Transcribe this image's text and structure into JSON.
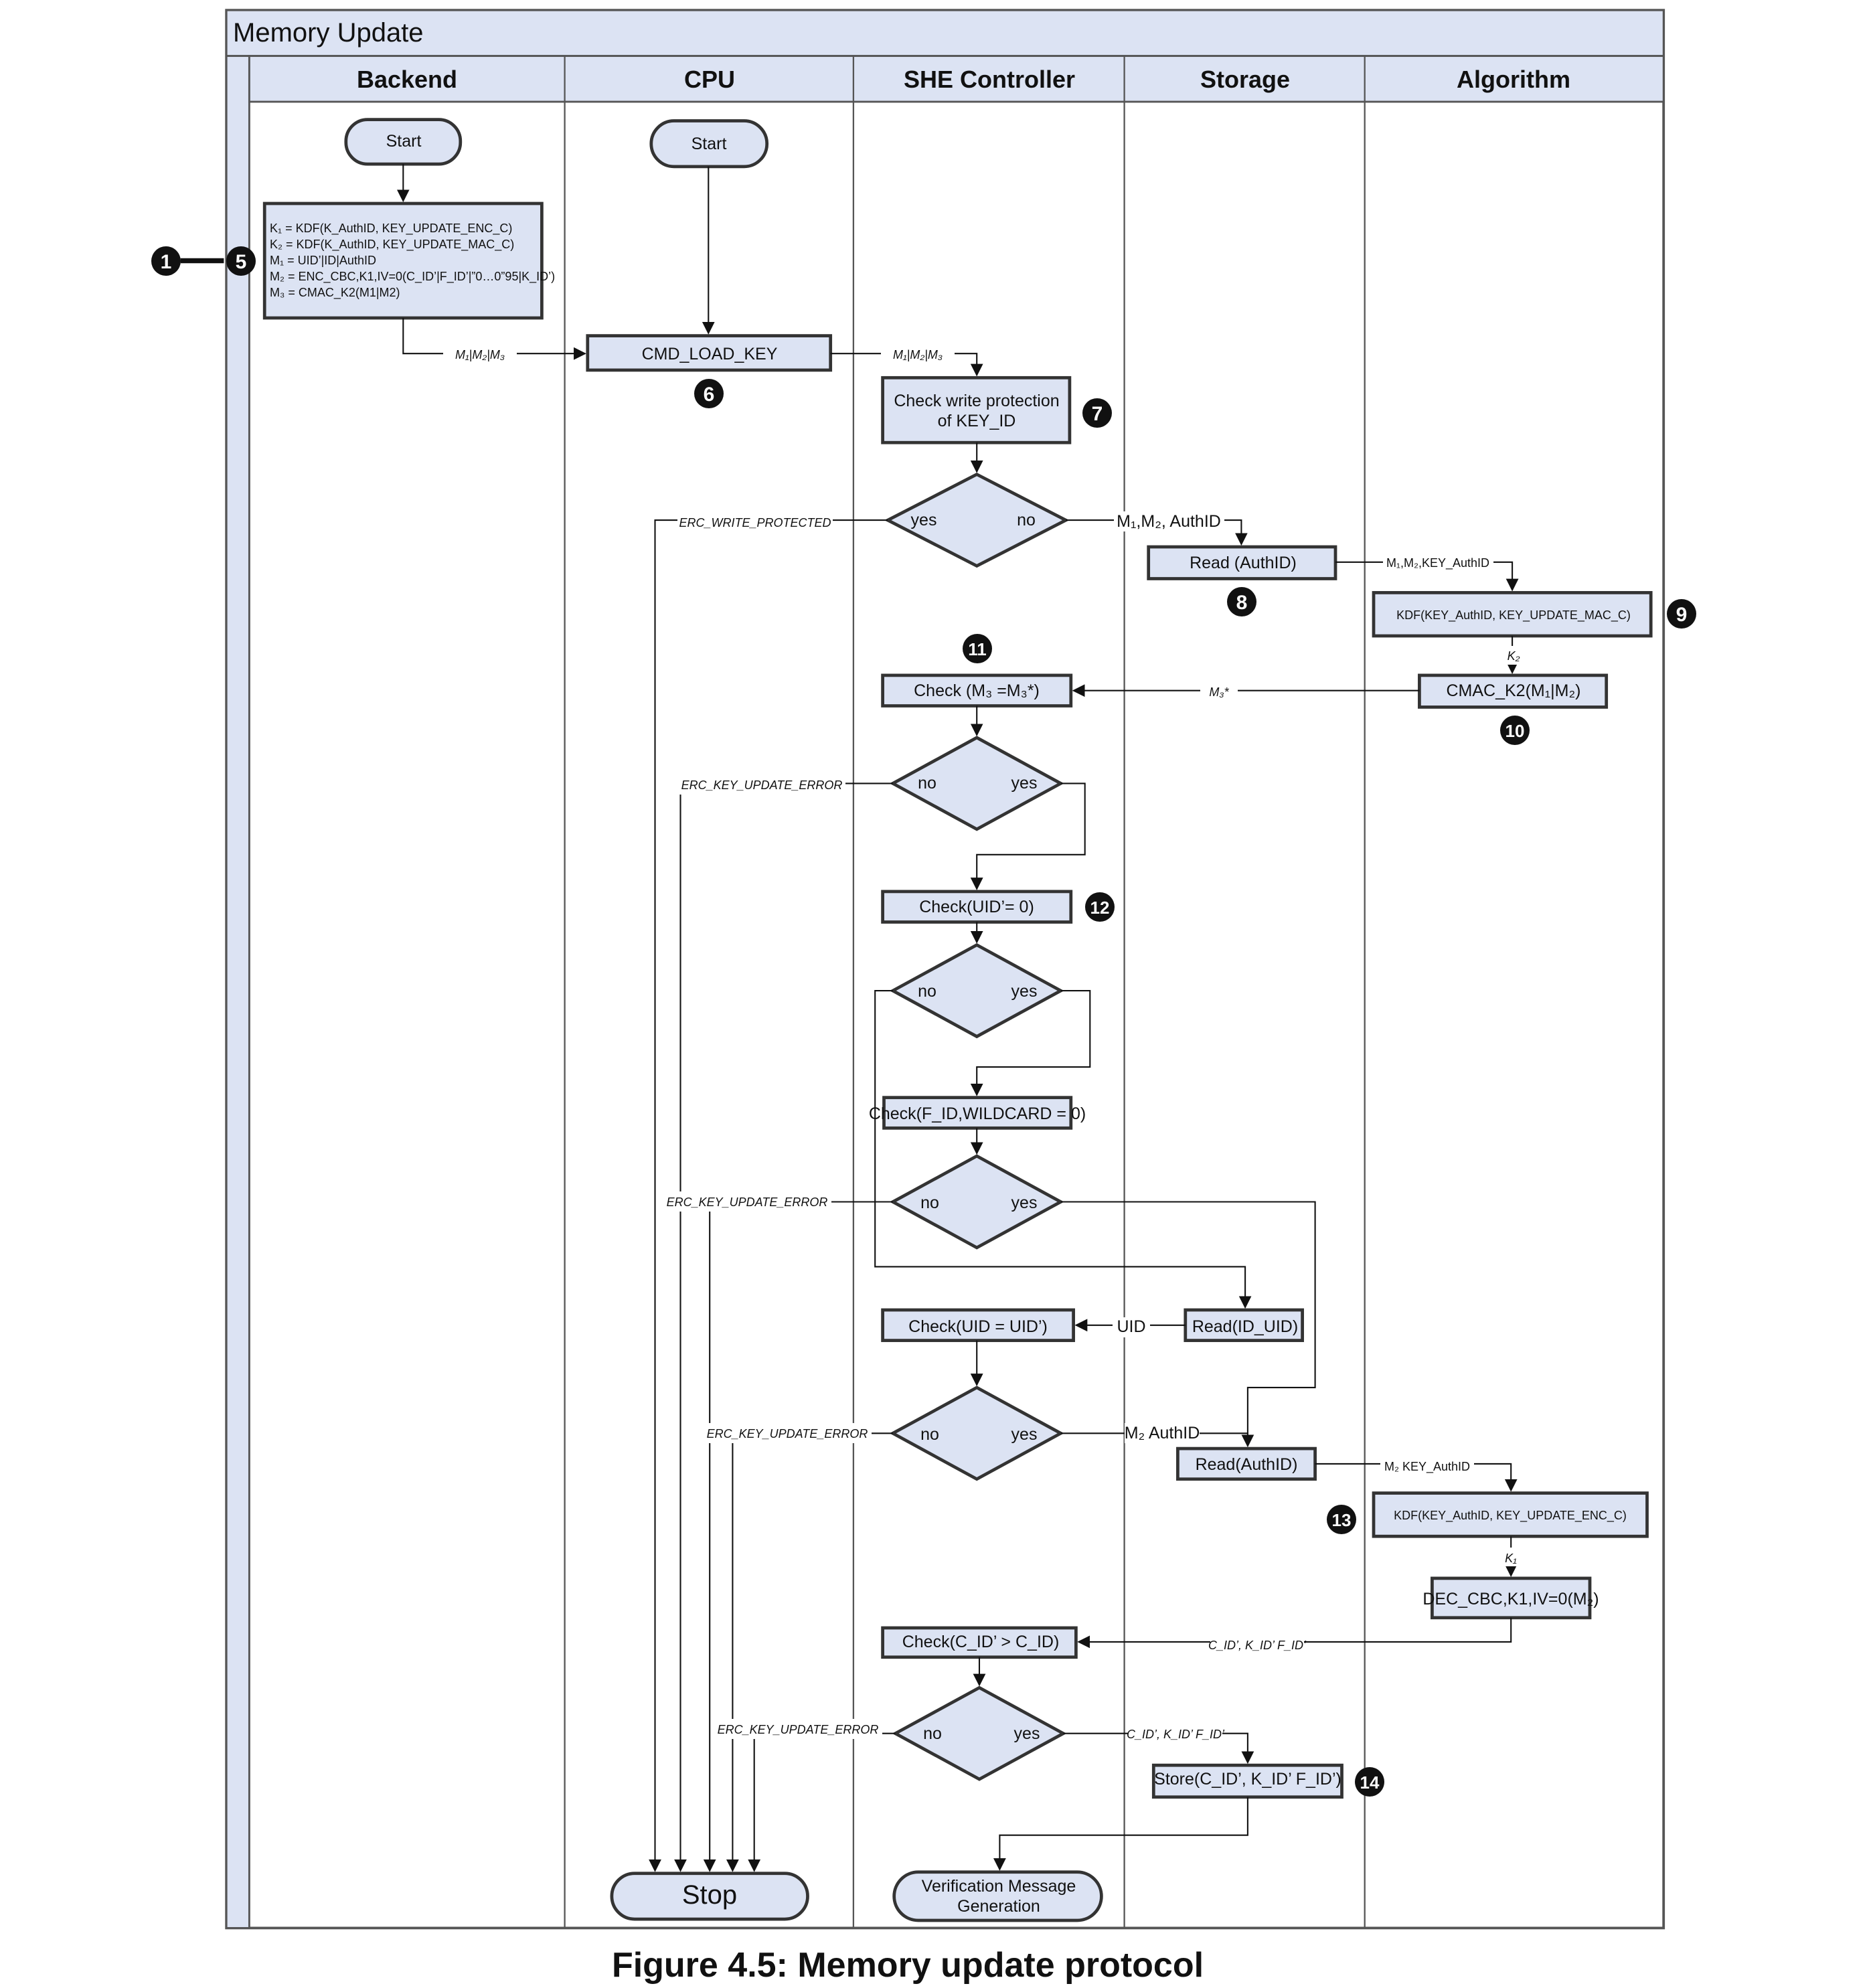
{
  "diagram": {
    "title": "Memory Update",
    "caption": "Figure 4.5: Memory update protocol",
    "lanes": [
      "Backend",
      "CPU",
      "SHE Controller",
      "Storage",
      "Algorithm"
    ],
    "nodes": {
      "start_backend": "Start",
      "start_cpu": "Start",
      "backend_calc": [
        "K₁ = KDF(K_AuthID, KEY_UPDATE_ENC_C)",
        "K₂ = KDF(K_AuthID, KEY_UPDATE_MAC_C)",
        "M₁ = UID’|ID|AuthID",
        "M₂ = ENC_CBC,K1,IV=0(C_ID’|F_ID’|”0…0”95|K_ID’)",
        "M₃ = CMAC_K2(M1|M2)"
      ],
      "cmd_load_key": "CMD_LOAD_KEY",
      "check_write_protection": [
        "Check write protection",
        "of KEY_ID"
      ],
      "read_authid_1": "Read (AuthID)",
      "kdf_mac": "KDF(KEY_AuthID, KEY_UPDATE_MAC_C)",
      "cmac": "CMAC_K2(M₁|M₂)",
      "check_m3": "Check (M₃ =M₃*)",
      "check_uid0": "Check(UID’= 0)",
      "check_wildcard": "Check(F_ID,WILDCARD = 0)",
      "read_iduid": "Read(ID_UID)",
      "check_uid_eq": "Check(UID = UID’)",
      "read_authid_2": "Read(AuthID)",
      "kdf_enc": "KDF(KEY_AuthID, KEY_UPDATE_ENC_C)",
      "dec": "DEC_CBC,K1,IV=0(M₂)",
      "check_cid": "Check(C_ID’ > C_ID)",
      "store": "Store(C_ID’, K_ID’ F_ID’)",
      "stop": "Stop",
      "verification": [
        "Verification Message",
        "Generation"
      ]
    },
    "decision_labels": {
      "yes": "yes",
      "no": "no"
    },
    "edge_labels": {
      "m1m2m3_a": "M₁|M₂|M₃",
      "m1m2m3_b": "M₁|M₂|M₃",
      "erc_write_protected": "ERC_WRITE_PROTECTED",
      "m1m2authid": "M₁,M₂, AuthID",
      "m1m2key": "M₁,M₂,KEY_AuthID",
      "k2": "K₂",
      "m3star": "M₃*",
      "erc_key_update_error_1": "ERC_KEY_UPDATE_ERROR",
      "erc_key_update_error_2": "ERC_KEY_UPDATE_ERROR",
      "uid": "UID",
      "erc_key_update_error_3": "ERC_KEY_UPDATE_ERROR",
      "m2authid": "M₂ AuthID",
      "m2key": "M₂ KEY_AuthID",
      "k1": "K₁",
      "cid_kid_fid_a": "C_ID’, K_ID’ F_ID’",
      "erc_key_update_error_4": "ERC_KEY_UPDATE_ERROR",
      "cid_kid_fid_b": "C_ID’, K_ID’ F_ID’"
    },
    "step_markers": [
      "1",
      "5",
      "6",
      "7",
      "8",
      "9",
      "10",
      "11",
      "12",
      "13",
      "14"
    ]
  }
}
